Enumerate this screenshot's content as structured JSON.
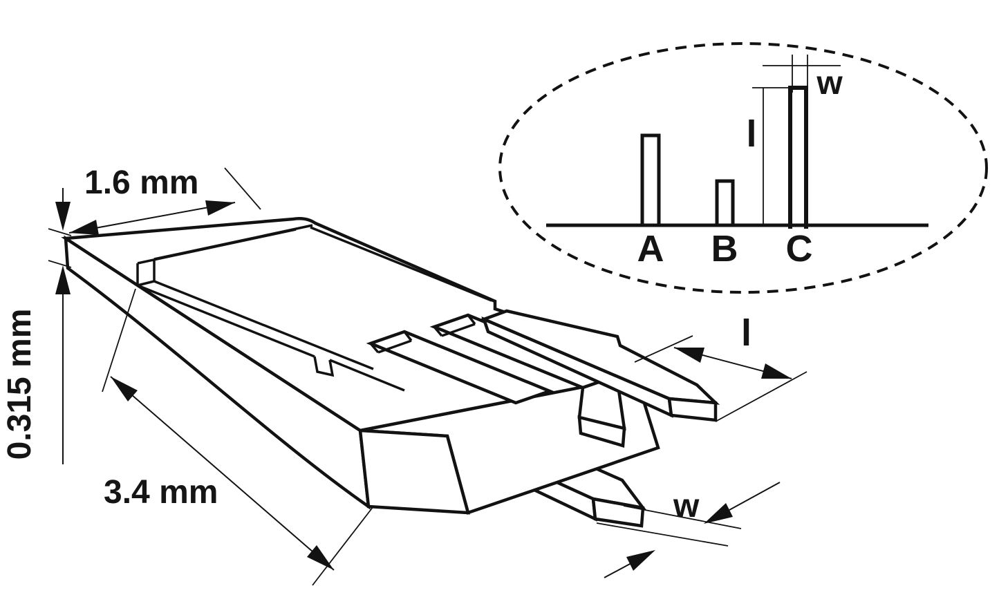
{
  "figure": {
    "title": "SMD package outline drawing with lead detail inset",
    "colors": {
      "line": "#121212",
      "background": "#ffffff"
    },
    "dimensions": {
      "width_label": "1.6 mm",
      "thickness_label": "0.315 mm",
      "length_label": "3.4 mm",
      "lead_length_label": "l",
      "lead_width_label": "w"
    },
    "inset": {
      "peak_labels": [
        "A",
        "B",
        "C"
      ],
      "length_label": "l",
      "width_label": "w",
      "profile": {
        "type": "pulse-profile",
        "peaks": [
          {
            "label": "A",
            "relative_height": 0.65
          },
          {
            "label": "B",
            "relative_height": 0.33
          },
          {
            "label": "C",
            "relative_height": 1.0
          }
        ]
      }
    }
  }
}
